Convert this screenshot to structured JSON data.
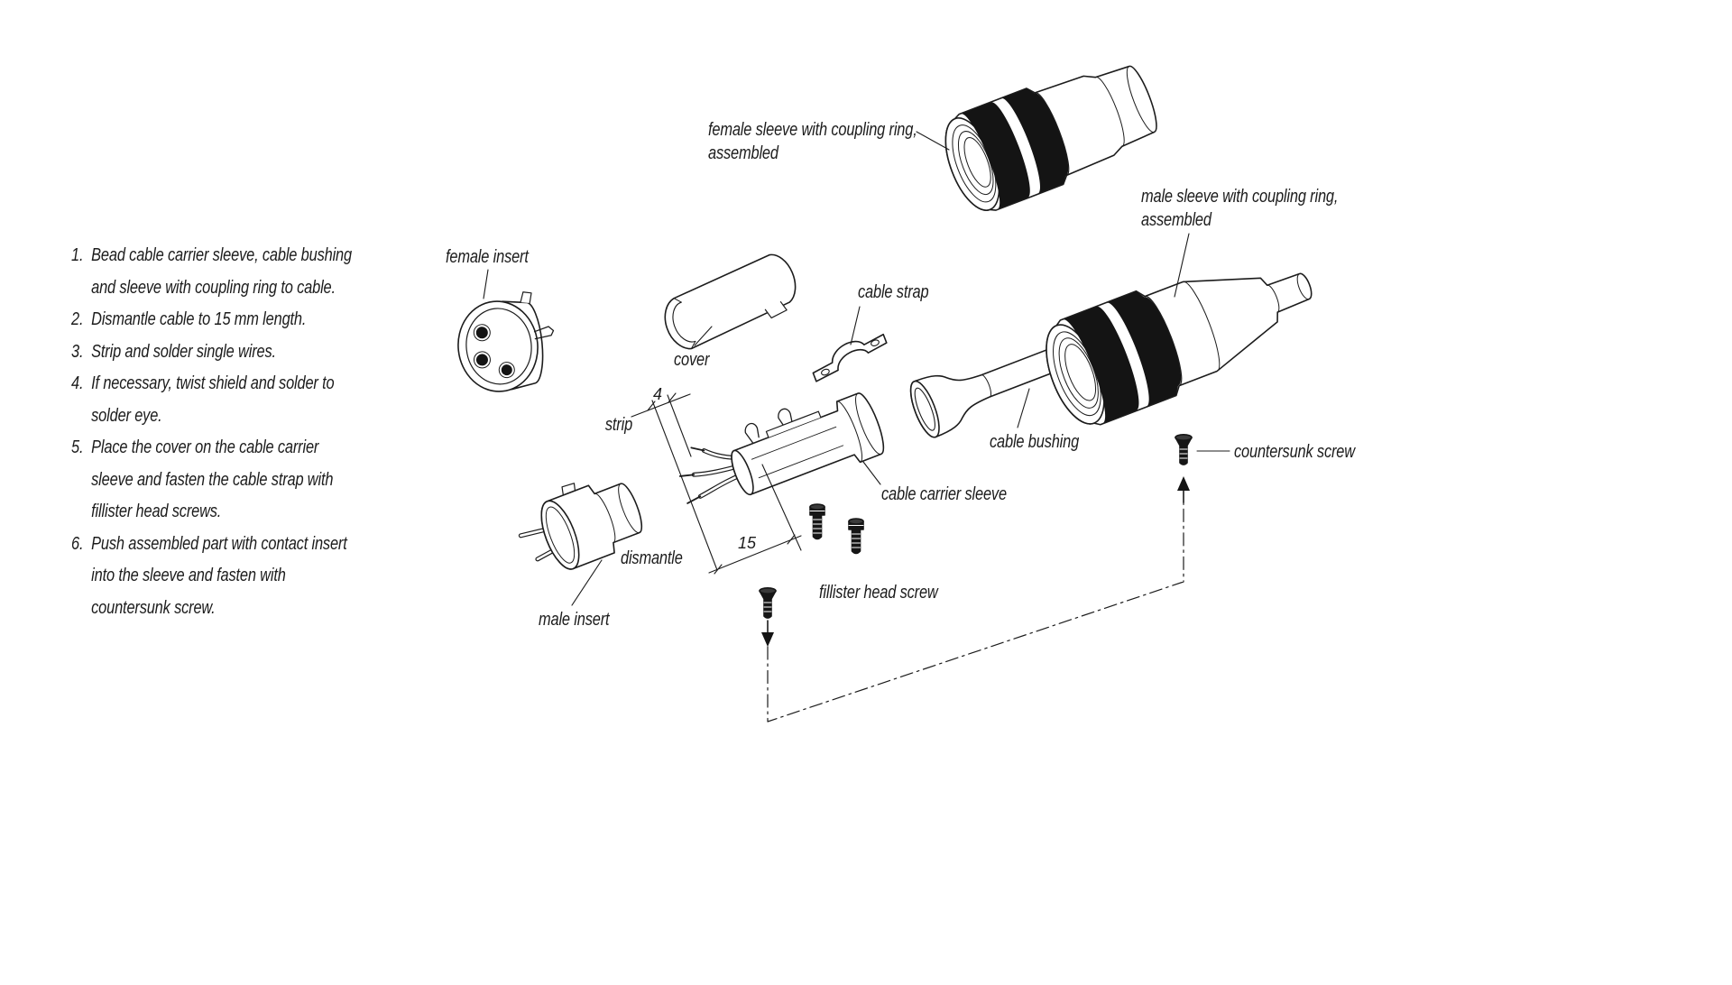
{
  "instructions": {
    "items": [
      {
        "number": "1.",
        "text": "Bead cable carrier sleeve, cable bushing and sleeve with coupling ring to cable."
      },
      {
        "number": "2.",
        "text": "Dismantle cable to 15 mm length."
      },
      {
        "number": "3.",
        "text": "Strip and solder single wires."
      },
      {
        "number": "4.",
        "text": "If necessary, twist shield and solder to solder eye."
      },
      {
        "number": "5.",
        "text": "Place the cover on the cable carrier sleeve and fasten the cable strap with fillister head screws."
      },
      {
        "number": "6.",
        "text": "Push assembled part with contact insert into the sleeve and fasten with countersunk screw."
      }
    ]
  },
  "labels": {
    "female_sleeve_line1": "female sleeve with coupling ring,",
    "female_sleeve_line2": "assembled",
    "male_sleeve_line1": "male sleeve with coupling ring,",
    "male_sleeve_line2": "assembled",
    "female_insert": "female insert",
    "cover": "cover",
    "cable_strap": "cable strap",
    "cable_bushing": "cable bushing",
    "cable_carrier_sleeve": "cable carrier sleeve",
    "countersunk_screw": "countersunk screw",
    "fillister_head_screw": "fillister head screw",
    "male_insert": "male insert",
    "strip": "strip",
    "dismantle": "dismantle"
  },
  "dimensions": {
    "strip_mm": "4",
    "dismantle_mm": "15"
  },
  "colors": {
    "ink": "#1c1c1c",
    "background": "#ffffff"
  }
}
